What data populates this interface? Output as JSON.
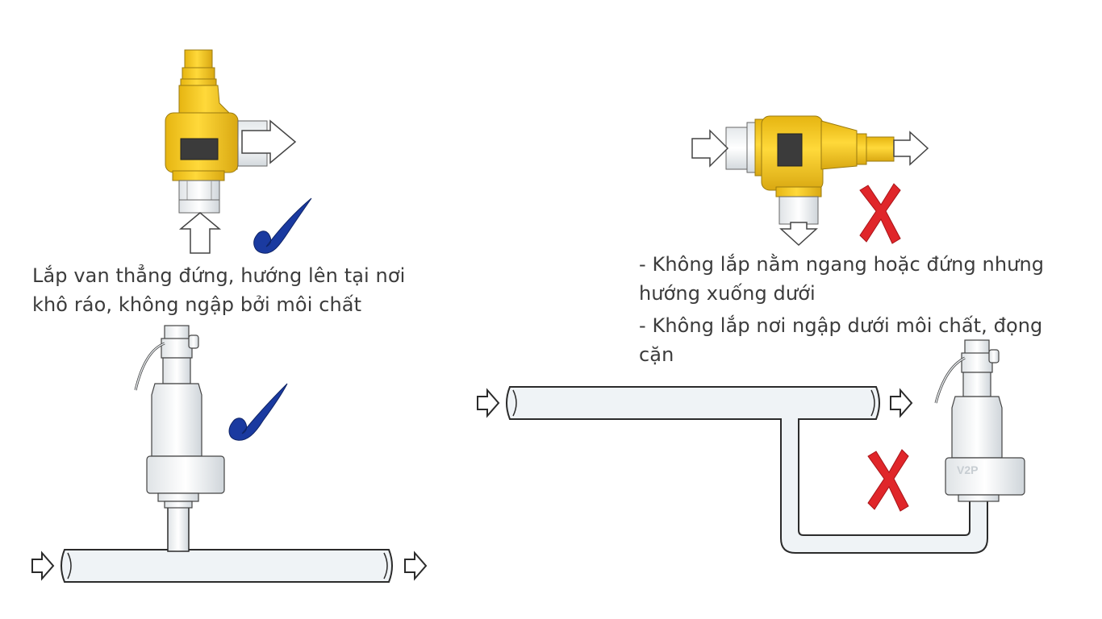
{
  "left_caption": {
    "line1": "Lắp van thẳng đứng, hướng lên tại nơi",
    "line2": "khô ráo, không ngập bởi môi chất"
  },
  "right_caption": {
    "line1": "- Không lắp nằm ngang hoặc đứng nhưng",
    "line2": "hướng xuống dưới",
    "line3": "- Không lắp nơi ngập dưới môi chất, đọng",
    "line4": "cặn"
  },
  "valve_marking": "V2P",
  "marks": {
    "correct_icon": "checkmark-icon",
    "incorrect_icon": "cross-icon"
  },
  "colors": {
    "valve_body": "#f2c41c",
    "valve_body_dark": "#c99a10",
    "pipe_fill": "#eff3f6",
    "pipe_stroke": "#2b2b2b",
    "check": "#16348f",
    "cross": "#e0262a",
    "caption_text": "#3c3c3c"
  }
}
